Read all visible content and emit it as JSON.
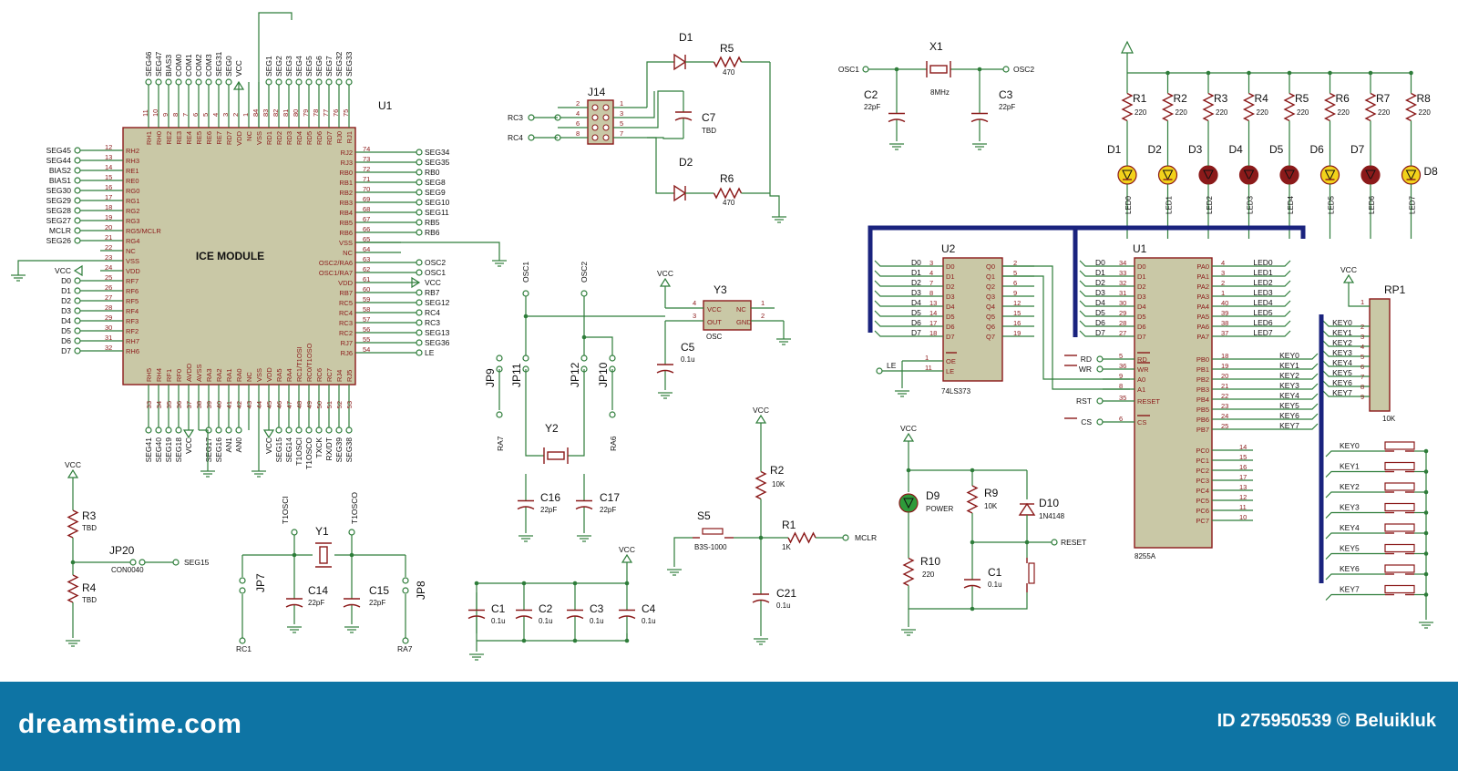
{
  "ice": {
    "ref": "U1",
    "title": "ICE MODULE",
    "left_labels": [
      "SEG45",
      "SEG44",
      "BIAS2",
      "BIAS1",
      "SEG30",
      "SEG29",
      "SEG28",
      "SEG27",
      "MCLR",
      "SEG26"
    ],
    "left_pins": [
      "RH2",
      "RH3",
      "RE1",
      "RE0",
      "RG0",
      "RG1",
      "RG2",
      "RG3",
      "RG5/MCLR",
      "RG4"
    ],
    "left_nums": [
      "12",
      "13",
      "14",
      "15",
      "16",
      "17",
      "18",
      "19",
      "20",
      "21"
    ],
    "left2_labels": [
      "D0",
      "D1",
      "D2",
      "D3",
      "D4",
      "D5",
      "D6",
      "D7"
    ],
    "left2_pins": [
      "RF7",
      "RF6",
      "RF5",
      "RF4",
      "RF3",
      "RF2",
      "RH7",
      "RH6"
    ],
    "left2_nums": [
      "25",
      "26",
      "27",
      "28",
      "29",
      "30",
      "31",
      "32"
    ],
    "vcc_label": "VCC",
    "misc_pins": [
      "NC",
      "VSS",
      "VDD"
    ],
    "misc_nums": [
      "22",
      "23",
      "24"
    ],
    "right_pins": [
      "RJ2",
      "RJ3",
      "RB0",
      "RB1",
      "RB2",
      "RB3",
      "RB4",
      "RB5",
      "RB6",
      "VSS",
      "NC",
      "OSC2/RA6",
      "OSC1/RA7",
      "VDD",
      "RB7",
      "RC5",
      "RC4",
      "RC3",
      "RC2",
      "RJ7",
      "RJ6"
    ],
    "right_nums": [
      "74",
      "73",
      "72",
      "71",
      "70",
      "69",
      "68",
      "67",
      "66",
      "65",
      "64",
      "63",
      "62",
      "61",
      "60",
      "59",
      "58",
      "57",
      "56",
      "55",
      "54"
    ],
    "right_labels": [
      "SEG34",
      "SEG35",
      "RB0",
      "SEG8",
      "SEG9",
      "SEG10",
      "SEG11",
      "RB5",
      "RB6",
      "",
      "",
      "OSC2",
      "OSC1",
      "VCC",
      "RB7",
      "SEG12",
      "RC4",
      "RC3",
      "SEG13",
      "SEG36",
      "LE"
    ],
    "top_labels": [
      "SEG46",
      "SEG47",
      "BIAS3",
      "COM0",
      "COM1",
      "COM2",
      "COM3",
      "SEG31",
      "SEG0",
      "VCC",
      "",
      "",
      "SEG1",
      "SEG2",
      "SEG3",
      "SEG4",
      "SEG5",
      "SEG6",
      "SEG7",
      "SEG32",
      "SEG33"
    ],
    "top_pins": [
      "RH1",
      "RH0",
      "RE2",
      "RE3",
      "RE4",
      "RE5",
      "RE6",
      "RE7",
      "RD7",
      "VDD",
      "NC",
      "VSS",
      "RD1",
      "RD2",
      "RD3",
      "RD4",
      "RD5",
      "RD6",
      "RD7",
      "RJ0",
      "RJ1"
    ],
    "top_nums": [
      "11",
      "10",
      "9",
      "8",
      "7",
      "6",
      "5",
      "4",
      "3",
      "2",
      "1",
      "84",
      "83",
      "82",
      "81",
      "80",
      "79",
      "78",
      "77",
      "76",
      "75"
    ],
    "bottom_labels": [
      "SEG41",
      "SEG40",
      "SEG19",
      "SEG18",
      "VCC",
      "",
      "SEG17",
      "SEG16",
      "AN1",
      "AN0",
      "",
      "",
      "VCC",
      "SEG15",
      "SEG14",
      "T1OSCI",
      "T1OSCO",
      "TXCK",
      "RX/DT",
      "SEG39",
      "SEG38"
    ],
    "bottom_pins": [
      "RH5",
      "RH4",
      "RF1",
      "RF0",
      "AVDD",
      "AVSS",
      "RA3",
      "RA2",
      "RA1",
      "RA0",
      "NC",
      "VSS",
      "VDD",
      "RA5",
      "RA4",
      "RC1/T1OSI",
      "RC0/T1OSO",
      "RC6",
      "RC7",
      "RJ4",
      "RJ5"
    ],
    "bottom_nums": [
      "33",
      "34",
      "35",
      "36",
      "37",
      "38",
      "39",
      "40",
      "41",
      "42",
      "43",
      "44",
      "45",
      "46",
      "47",
      "48",
      "49",
      "50",
      "51",
      "52",
      "53"
    ]
  },
  "j14": {
    "ref": "J14",
    "left_nums": [
      "2",
      "4",
      "6",
      "8"
    ],
    "right_nums": [
      "1",
      "3",
      "5",
      "7"
    ],
    "rc3": "RC3",
    "rc4": "RC4",
    "d1": "D1",
    "d2": "D2",
    "r5": "R5",
    "r5v": "470",
    "r6": "R6",
    "r6v": "470",
    "c7": "C7",
    "c7v": "TBD"
  },
  "osc": {
    "osc1": "OSC1",
    "osc2": "OSC2",
    "jp9": "JP9",
    "jp11": "JP11",
    "jp12": "JP12",
    "jp10": "JP10",
    "ra7": "RA7",
    "ra6": "RA6",
    "y2": "Y2",
    "c16": "C16",
    "c16v": "22pF",
    "c17": "C17",
    "c17v": "22pF",
    "y3": "Y3",
    "y3sub": "OSC",
    "y3pins": [
      "VCC",
      "NC",
      "OUT",
      "GND"
    ],
    "y3nums": [
      "4",
      "1",
      "3",
      "2"
    ],
    "vcc": "VCC",
    "c5": "C5",
    "c5v": "0.1u"
  },
  "xtal": {
    "x1": "X1",
    "x1v": "8MHz",
    "osc1": "OSC1",
    "osc2": "OSC2",
    "c2": "C2",
    "c2v": "22pF",
    "c3": "C3",
    "c3v": "22pF"
  },
  "leds": {
    "refs": [
      "R1",
      "R2",
      "R3",
      "R4",
      "R5",
      "R6",
      "R7",
      "R8"
    ],
    "values": [
      "220",
      "220",
      "220",
      "220",
      "220",
      "220",
      "220",
      "220"
    ],
    "diodes": [
      "D1",
      "D2",
      "D3",
      "D4",
      "D5",
      "D6",
      "D7",
      "D8"
    ],
    "nets": [
      "LED0",
      "LED1",
      "LED2",
      "LED3",
      "LED4",
      "LED5",
      "LED6",
      "LED7"
    ],
    "colors": [
      "#f2d21b",
      "#f2d21b",
      "#8b1a1a",
      "#8b1a1a",
      "#8b1a1a",
      "#f2d21b",
      "#8b1a1a",
      "#f2d21b"
    ]
  },
  "u2": {
    "ref": "U2",
    "part": "74LS373",
    "in_pins": [
      "D0",
      "D1",
      "D2",
      "D3",
      "D4",
      "D5",
      "D6",
      "D7"
    ],
    "in_nums": [
      "3",
      "4",
      "7",
      "8",
      "13",
      "14",
      "17",
      "18"
    ],
    "out_pins": [
      "Q0",
      "Q1",
      "Q2",
      "Q3",
      "Q4",
      "Q5",
      "Q6",
      "Q7"
    ],
    "out_nums": [
      "2",
      "5",
      "6",
      "9",
      "12",
      "15",
      "16",
      "19"
    ],
    "bus_labels": [
      "D0",
      "D1",
      "D2",
      "D3",
      "D4",
      "D5",
      "D6",
      "D7"
    ],
    "ctl_pins": [
      "OE",
      "LE"
    ],
    "ctl_nums": [
      "1",
      "11"
    ],
    "le": "LE"
  },
  "u8255": {
    "ref": "U1",
    "part": "8255A",
    "d_pins": [
      "D0",
      "D1",
      "D2",
      "D3",
      "D4",
      "D5",
      "D6",
      "D7"
    ],
    "d_nums": [
      "34",
      "33",
      "32",
      "31",
      "30",
      "29",
      "28",
      "27"
    ],
    "ctl_pins": [
      "RD",
      "WR",
      "A0",
      "A1",
      "RESET",
      "CS"
    ],
    "ctl_nums": [
      "5",
      "36",
      "9",
      "8",
      "35",
      "6"
    ],
    "ctl_labels": [
      "RD",
      "WR",
      "",
      "",
      "RST",
      "CS"
    ],
    "pa_pins": [
      "PA0",
      "PA1",
      "PA2",
      "PA3",
      "PA4",
      "PA5",
      "PA6",
      "PA7"
    ],
    "pa_nums": [
      "4",
      "3",
      "2",
      "1",
      "40",
      "39",
      "38",
      "37"
    ],
    "pa_nets": [
      "LED0",
      "LED1",
      "LED2",
      "LED3",
      "LED4",
      "LED5",
      "LED6",
      "LED7"
    ],
    "pb_pins": [
      "PB0",
      "PB1",
      "PB2",
      "PB3",
      "PB4",
      "PB5",
      "PB6",
      "PB7"
    ],
    "pb_nums": [
      "18",
      "19",
      "20",
      "21",
      "22",
      "23",
      "24",
      "25"
    ],
    "pb_nets": [
      "KEY0",
      "KEY1",
      "KEY2",
      "KEY3",
      "KEY4",
      "KEY5",
      "KEY6",
      "KEY7"
    ],
    "pc_pins": [
      "PC0",
      "PC1",
      "PC2",
      "PC3",
      "PC4",
      "PC5",
      "PC6",
      "PC7"
    ],
    "pc_nums": [
      "14",
      "15",
      "16",
      "17",
      "13",
      "12",
      "11",
      "10"
    ]
  },
  "rp1": {
    "ref": "RP1",
    "value": "10K",
    "vcc": "VCC",
    "nets": [
      "KEY0",
      "KEY1",
      "KEY2",
      "KEY3",
      "KEY4",
      "KEY5",
      "KEY6",
      "KEY7"
    ],
    "nums": [
      "2",
      "3",
      "4",
      "5",
      "6",
      "7",
      "8",
      "9"
    ],
    "com": "1"
  },
  "keys": {
    "labels": [
      "KEY0",
      "KEY1",
      "KEY2",
      "KEY3",
      "KEY4",
      "KEY5",
      "KEY6",
      "KEY7"
    ]
  },
  "bias": {
    "vcc": "VCC",
    "r3": "R3",
    "r3v": "TBD",
    "r4": "R4",
    "r4v": "TBD",
    "jp20": "JP20",
    "jp20v": "CON0040",
    "seg15": "SEG15"
  },
  "t1": {
    "t1osci": "T1OSCI",
    "t1osco": "T1OSCO",
    "y1": "Y1",
    "jp7": "JP7",
    "jp8": "JP8",
    "c14": "C14",
    "c14v": "22pF",
    "c15": "C15",
    "c15v": "22pF",
    "rc1": "RC1",
    "ra7": "RA7"
  },
  "decap": {
    "vcc": "VCC",
    "refs": [
      "C1",
      "C2",
      "C3",
      "C4"
    ],
    "values": [
      "0.1u",
      "0.1u",
      "0.1u",
      "0.1u"
    ]
  },
  "mclr": {
    "vcc": "VCC",
    "r2": "R2",
    "r2v": "10K",
    "r1": "R1",
    "r1v": "1K",
    "mclr": "MCLR",
    "s5": "S5",
    "s5v": "B3S-1000",
    "c21": "C21",
    "c21v": "0.1u"
  },
  "reset": {
    "vcc": "VCC",
    "d9": "D9",
    "d9v": "POWER",
    "r9": "R9",
    "r9v": "10K",
    "d10": "D10",
    "d10v": "1N4148",
    "r10": "R10",
    "r10v": "220",
    "c1": "C1",
    "c1v": "0.1u",
    "reset": "RESET"
  },
  "footer": {
    "brand": "dreamstime.com",
    "info": "ID 275950539 © Beluikluk"
  }
}
